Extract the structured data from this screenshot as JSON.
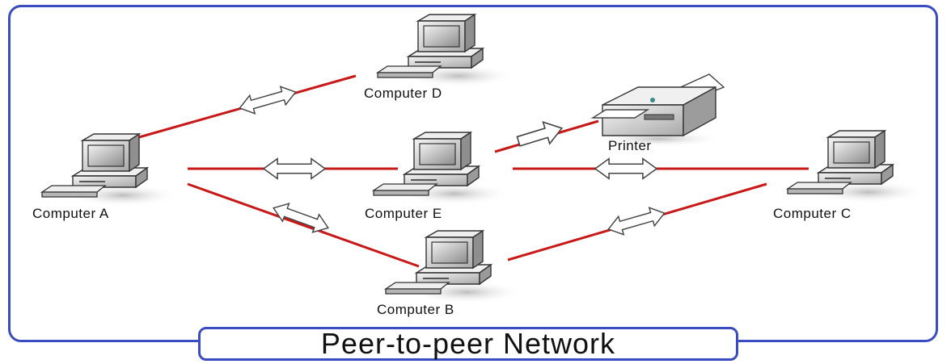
{
  "title": "Peer-to-peer Network",
  "colors": {
    "border": "#3a4cc0",
    "link": "#c81818"
  },
  "nodes": {
    "computer_a": {
      "label": "Computer A",
      "icon": "desktop-computer-icon"
    },
    "computer_b": {
      "label": "Computer B",
      "icon": "desktop-computer-icon"
    },
    "computer_c": {
      "label": "Computer C",
      "icon": "desktop-computer-icon"
    },
    "computer_d": {
      "label": "Computer D",
      "icon": "desktop-computer-icon"
    },
    "computer_e": {
      "label": "Computer E",
      "icon": "desktop-computer-icon"
    },
    "printer": {
      "label": "Printer",
      "icon": "printer-icon"
    }
  },
  "connections": [
    {
      "from": "Computer A",
      "to": "Computer D"
    },
    {
      "from": "Computer A",
      "to": "Computer E"
    },
    {
      "from": "Computer A",
      "to": "Computer B"
    },
    {
      "from": "Computer E",
      "to": "Computer C"
    },
    {
      "from": "Computer E",
      "to": "Printer"
    },
    {
      "from": "Computer B",
      "to": "Computer C"
    }
  ]
}
